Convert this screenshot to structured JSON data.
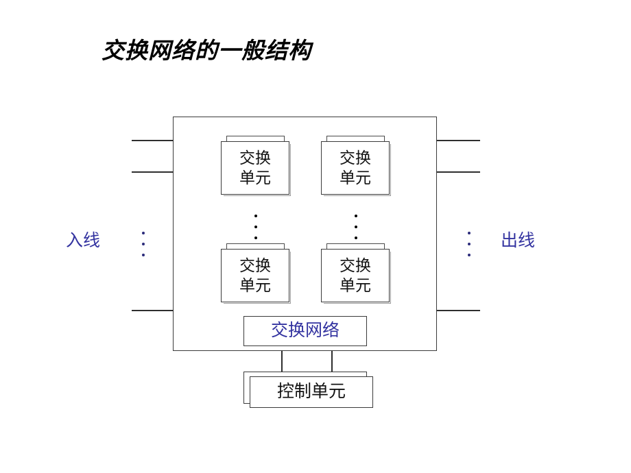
{
  "slide": {
    "title": "交换网络的一般结构",
    "background_color": "#ffffff"
  },
  "colors": {
    "text_black": "#111111",
    "accent_blue": "#3333a0",
    "line_gray": "#2e2e2e",
    "shadow_gray": "#9a9a9a"
  },
  "diagram": {
    "outer_box_name": "switching-network-frame",
    "switch_units": [
      {
        "id": "top-left",
        "label": "交换\n单元"
      },
      {
        "id": "top-right",
        "label": "交换\n单元"
      },
      {
        "id": "bottom-left",
        "label": "交换\n单元"
      },
      {
        "id": "bottom-right",
        "label": "交换\n单元"
      }
    ],
    "network_caption": "交换网络",
    "control_unit": "控制单元",
    "left_label": "入线",
    "right_label": "出线",
    "ellipsis_glyph": "⋮",
    "input_line_count": 3,
    "output_line_count": 3,
    "connector_count": 2
  }
}
